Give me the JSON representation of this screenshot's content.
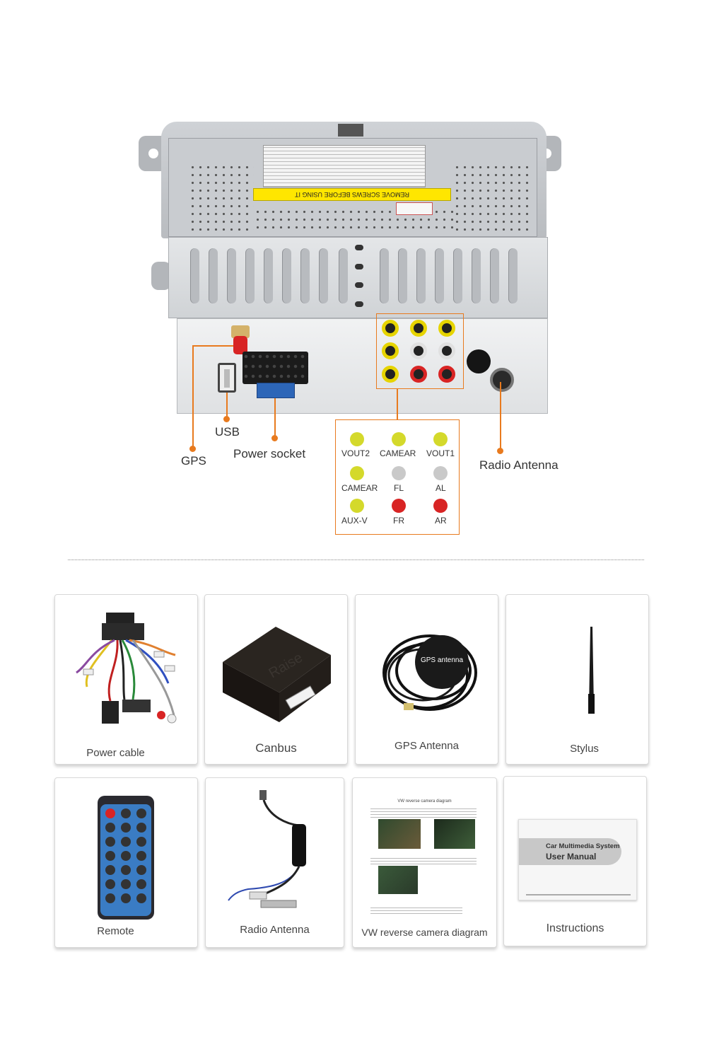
{
  "connectors": {
    "gps": "GPS",
    "usb": "USB",
    "power_socket": "Power socket",
    "radio_antenna": "Radio Antenna"
  },
  "sticker": {
    "warning": "REMOVE SCREWS BEFORE USING IT"
  },
  "legend": [
    {
      "label": "VOUT2",
      "color": "#d4d92b"
    },
    {
      "label": "CAMEAR",
      "color": "#d4d92b"
    },
    {
      "label": "VOUT1",
      "color": "#d4d92b"
    },
    {
      "label": "CAMEAR",
      "color": "#d4d92b"
    },
    {
      "label": "FL",
      "color": "#c9c9c9"
    },
    {
      "label": "AL",
      "color": "#c9c9c9"
    },
    {
      "label": "AUX-V",
      "color": "#d4d92b"
    },
    {
      "label": "FR",
      "color": "#d82424"
    },
    {
      "label": "AR",
      "color": "#d82424"
    }
  ],
  "accessories": {
    "power_cable": "Power cable",
    "canbus": "Canbus",
    "canbus_brand": "Raise",
    "gps_antenna": "GPS Antenna",
    "gps_puck_text": "GPS antenna",
    "stylus": "Stylus",
    "remote": "Remote",
    "radio_antenna": "Radio Antenna",
    "vw_diagram": "VW reverse camera diagram",
    "vw_doc_title": "VW reverse camera diagram",
    "instructions": "Instructions",
    "manual_line1": "Car Multimedia System",
    "manual_line2": "User Manual"
  },
  "colors": {
    "accent": "#e87a1e"
  }
}
